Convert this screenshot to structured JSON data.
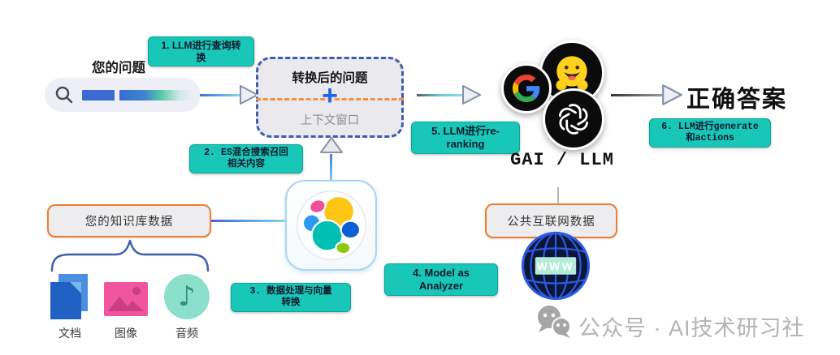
{
  "query": {
    "label": "您的问题"
  },
  "transform_box": {
    "title": "转换后的问题",
    "plus": "+",
    "subtitle": "上下文窗口"
  },
  "steps": [
    {
      "label": "1. LLM进行查询转\n换"
    },
    {
      "label": "2. ES混合搜索召回\n相关内容"
    },
    {
      "label": "3. 数据处理与向量\n转换"
    },
    {
      "label": "4. Model as\nAnalyzer"
    },
    {
      "label": "5. LLM进行re-\nranking"
    },
    {
      "label": "6. LLM进行generate\n和actions"
    }
  ],
  "sources": {
    "knowledge_base": "您的知识库数据",
    "public_internet": "公共互联网数据",
    "doc_label": "文档",
    "image_label": "图像",
    "audio_label": "音频",
    "www": "WWW"
  },
  "models": {
    "caption": "GAI / LLM"
  },
  "answer": {
    "label": "正确答案"
  },
  "watermark": {
    "label": "公众号 · AI技术研习社"
  },
  "icons": {
    "music_note": "♪"
  },
  "colors": {
    "badge_teal": "#19c7b8",
    "badge_border": "#0ba395",
    "orange_border": "#ed7d31",
    "dashed_blue": "#3f5bad",
    "orange_dash": "#f0924d",
    "plus_blue": "#2563eb",
    "es_yellow": "#fec514",
    "es_pink": "#f04e98",
    "es_teal": "#00bfb3",
    "es_blue": "#2b9af2",
    "es_darkblue": "#0a5fd6",
    "es_green": "#8fc813",
    "watermark_gray": "#b4b4b4"
  }
}
